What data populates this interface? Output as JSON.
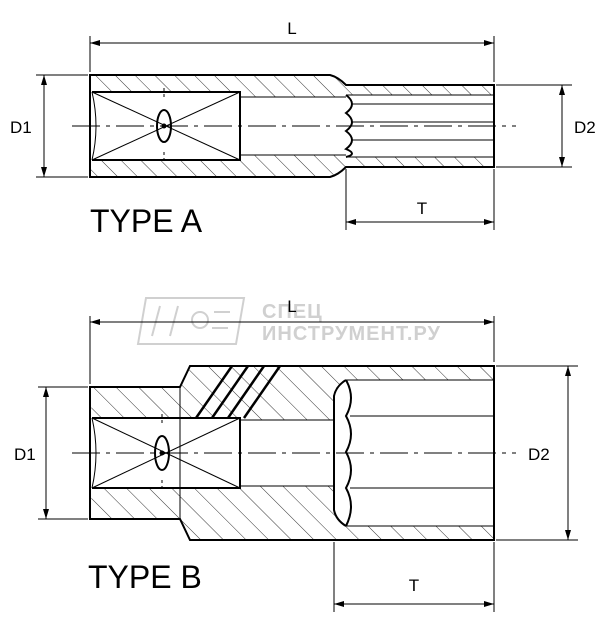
{
  "watermark": {
    "line1": "СПЕЦ",
    "line2": "ИНСТРУМЕНТ.РУ"
  },
  "type_a": {
    "title": "TYPE A",
    "length_label": "L",
    "d1_label": "D1",
    "d2_label": "D2",
    "depth_label": "T"
  },
  "type_b": {
    "title": "TYPE B",
    "length_label": "L",
    "d1_label": "D1",
    "d2_label": "D2",
    "depth_label": "T"
  },
  "colors": {
    "line": "#000000",
    "background": "#ffffff",
    "watermark": "#d0d0d0"
  }
}
